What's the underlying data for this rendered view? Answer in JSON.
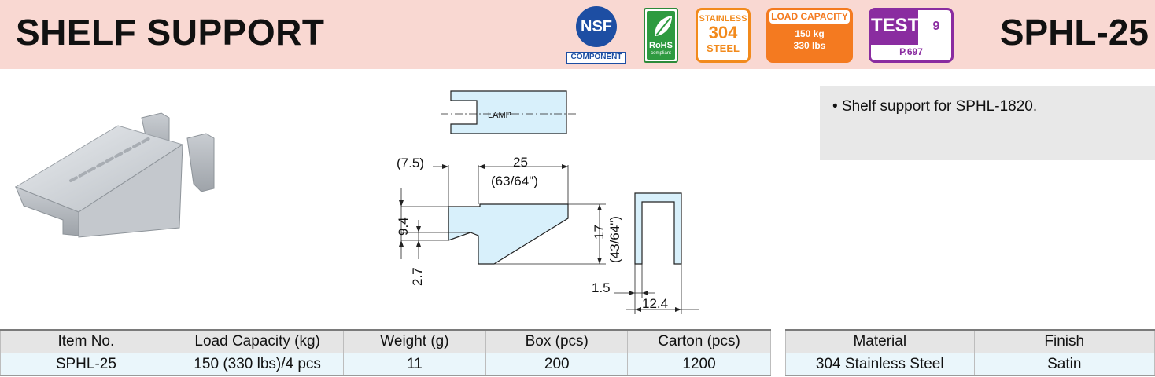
{
  "header": {
    "title": "SHELF SUPPORT",
    "model": "SPHL-25"
  },
  "badges": {
    "nsf": {
      "logo": "NSF",
      "label": "COMPONENT"
    },
    "rohs": {
      "label": "RoHS",
      "sub": "compliant"
    },
    "stainless": {
      "line1": "STAINLESS",
      "line2": "304",
      "line3": "STEEL"
    },
    "load": {
      "label": "LOAD CAPACITY",
      "kg": "150 kg",
      "lbs": "330 lbs"
    },
    "test": {
      "label": "TEST",
      "number": "9",
      "page": "P.697"
    }
  },
  "description": {
    "bullet": "• Shelf support for SPHL-1820."
  },
  "drawing": {
    "mark": "LAMP",
    "dim_top_left": "(7.5)",
    "dim_width": "25",
    "dim_width_in": "(63/64\")",
    "dim_9_4": "9.4",
    "dim_2_7": "2.7",
    "dim_height": "17",
    "dim_height_in": "(43/64\")",
    "dim_1_5": "1.5",
    "dim_12_4": "12.4"
  },
  "spec_table": {
    "headers": [
      "Item No.",
      "Load Capacity (kg)",
      "Weight (g)",
      "Box (pcs)",
      "Carton (pcs)"
    ],
    "row": [
      "SPHL-25",
      "150 (330 lbs)/4 pcs",
      "11",
      "200",
      "1200"
    ]
  },
  "material_table": {
    "headers": [
      "Material",
      "Finish"
    ],
    "row": [
      "304 Stainless Steel",
      "Satin"
    ]
  },
  "colors": {
    "header_bg": "#f9d8d2",
    "nsf_blue": "#1d4ea3",
    "rohs_green": "#2e9a40",
    "stainless_orange": "#f28a1c",
    "load_orange": "#f47a20",
    "test_purple": "#8a2ca0",
    "drawing_fill": "#d8f0fb",
    "row_bg": "#eaf6fb"
  }
}
